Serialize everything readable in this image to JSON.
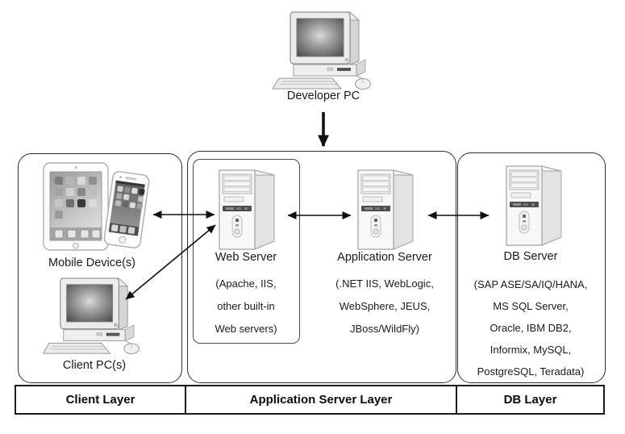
{
  "developer": {
    "label": "Developer PC"
  },
  "client_layer": {
    "mobile_label": "Mobile Device(s)",
    "client_pc_label": "Client PC(s)"
  },
  "app_layer": {
    "web_server": {
      "title": "Web Server",
      "lines": [
        "(Apache, IIS,",
        "other built-in",
        "Web servers)"
      ]
    },
    "app_server": {
      "title": "Application Server",
      "lines": [
        ".NET IIS, WebLogic,",
        "WebSphere, JEUS,",
        "JBoss/WildFly)"
      ]
    }
  },
  "db_layer": {
    "db_server": {
      "title": "DB Server",
      "lines": [
        "(SAP ASE/SA/IQ/HANA,",
        "MS SQL Server,",
        "Oracle, IBM DB2,",
        "Informix, MySQL,",
        "PostgreSQL, Teradata)"
      ]
    }
  },
  "footer": {
    "client": "Client Layer",
    "app": "Application Server Layer",
    "db": "DB Layer"
  },
  "icons": {
    "developer_pc": "desktop-computer",
    "client_pc": "desktop-computer",
    "mobile_tablet": "tablet",
    "mobile_phone": "smartphone",
    "web_server": "tower-server",
    "app_server": "tower-server",
    "db_server": "tower-server",
    "connectors": "double-headed-arrow"
  },
  "colors": {
    "background": "#ffffff",
    "arrow": "#111111",
    "box_border": "#2e2e2e",
    "text": "#1a1a1a",
    "server_body": "#f7f7f7",
    "server_side": "#e3e3e3",
    "dark_stripe": "#4e4e4e"
  }
}
